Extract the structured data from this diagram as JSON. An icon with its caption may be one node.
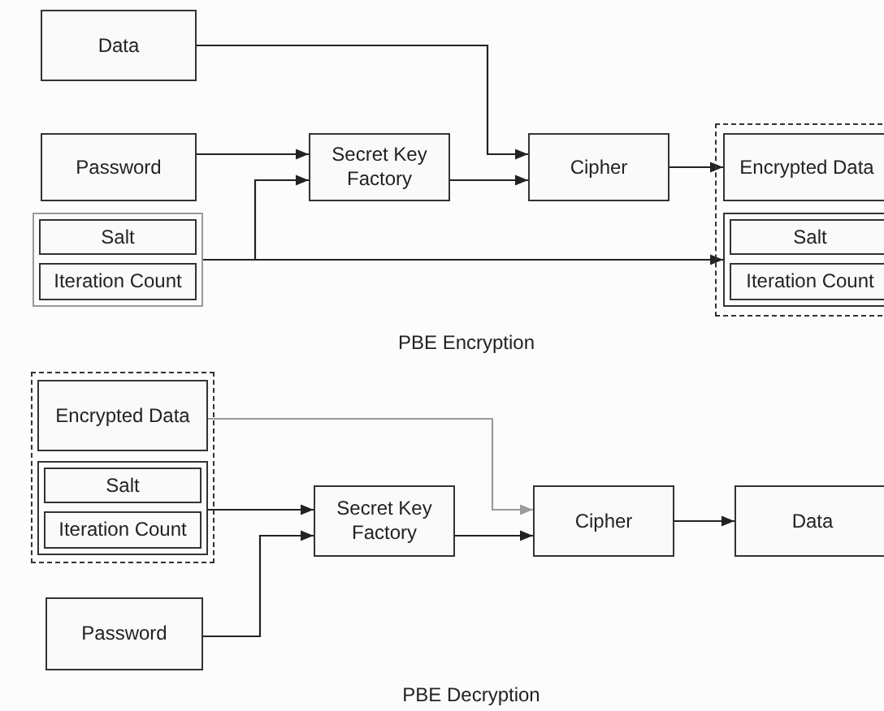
{
  "diagram": {
    "nodes": [
      {
        "text": [
          "Data"
        ]
      },
      {
        "text": [
          "Password"
        ]
      },
      {
        "text": [],
        "shape": "box"
      },
      {
        "text": [
          "Salt"
        ],
        "in": 2
      },
      {
        "text": [
          "Iteration Count"
        ],
        "in": 2
      },
      {
        "text": [
          "Secret Key Factory"
        ]
      },
      {
        "text": [
          "Cipher"
        ]
      },
      {
        "text": [],
        "shape": "box"
      },
      {
        "text": [
          "Encrypted Data"
        ],
        "in": 7
      },
      {
        "text": [],
        "shape": "box",
        "in": 7
      },
      {
        "text": [
          "Salt"
        ],
        "in": 9
      },
      {
        "text": [
          "Iteration Count"
        ],
        "in": 9
      },
      {
        "text": [],
        "shape": "box"
      },
      {
        "text": [
          "Encrypted Data"
        ],
        "in": 12
      },
      {
        "text": [],
        "shape": "box",
        "in": 12
      },
      {
        "text": [
          "Salt"
        ],
        "in": 14
      },
      {
        "text": [
          "Iteration Count"
        ],
        "in": 14
      },
      {
        "text": [
          "Password"
        ]
      },
      {
        "text": [
          "Secret Key Factory"
        ]
      },
      {
        "text": [
          "Cipher"
        ]
      },
      {
        "text": [
          "Data"
        ]
      }
    ],
    "edges": [
      {
        "from": 0,
        "to": 6,
        "arrow": "to"
      },
      {
        "from": 1,
        "to": 5,
        "arrow": "to"
      },
      {
        "from": 2,
        "to": 5,
        "arrow": "to"
      },
      {
        "from": 5,
        "to": 6,
        "arrow": "to"
      },
      {
        "from": 6,
        "to": 8,
        "arrow": "to"
      },
      {
        "from": 2,
        "to": 9,
        "arrow": "to"
      },
      {
        "from": 13,
        "to": 19,
        "arrow": "to",
        "color": "#9a9a9a"
      },
      {
        "from": 14,
        "to": 18,
        "arrow": "to"
      },
      {
        "from": 17,
        "to": 18,
        "arrow": "to"
      },
      {
        "from": 18,
        "to": 19,
        "arrow": "to"
      },
      {
        "from": 19,
        "to": 20,
        "arrow": "to"
      }
    ],
    "labels": [
      "PBE Encryption",
      "PBE Decryption"
    ]
  }
}
